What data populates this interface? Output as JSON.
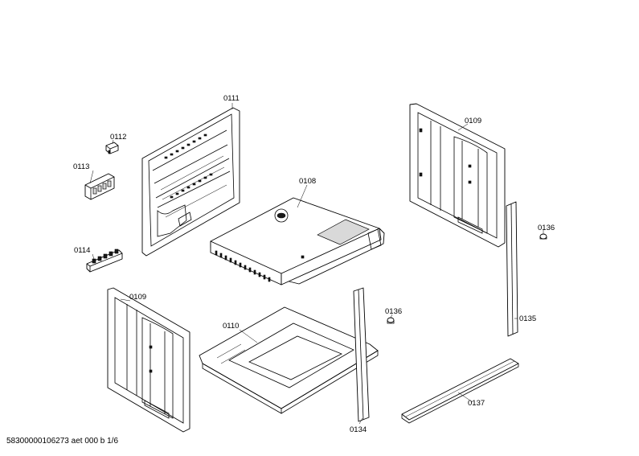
{
  "parts": [
    {
      "id": "part-0111",
      "label": "0111"
    },
    {
      "id": "part-0112",
      "label": "0112"
    },
    {
      "id": "part-0113",
      "label": "0113"
    },
    {
      "id": "part-0114",
      "label": "0114"
    },
    {
      "id": "part-0108",
      "label": "0108"
    },
    {
      "id": "part-0109-right",
      "label": "0109"
    },
    {
      "id": "part-0109-left",
      "label": "0109"
    },
    {
      "id": "part-0110",
      "label": "0110"
    },
    {
      "id": "part-0136-upper",
      "label": "0136"
    },
    {
      "id": "part-0136-lower",
      "label": "0136"
    },
    {
      "id": "part-0135",
      "label": "0135"
    },
    {
      "id": "part-0134",
      "label": "0134"
    },
    {
      "id": "part-0137",
      "label": "0137"
    }
  ],
  "footer": "58300000106273 aet 000 b 1/6"
}
